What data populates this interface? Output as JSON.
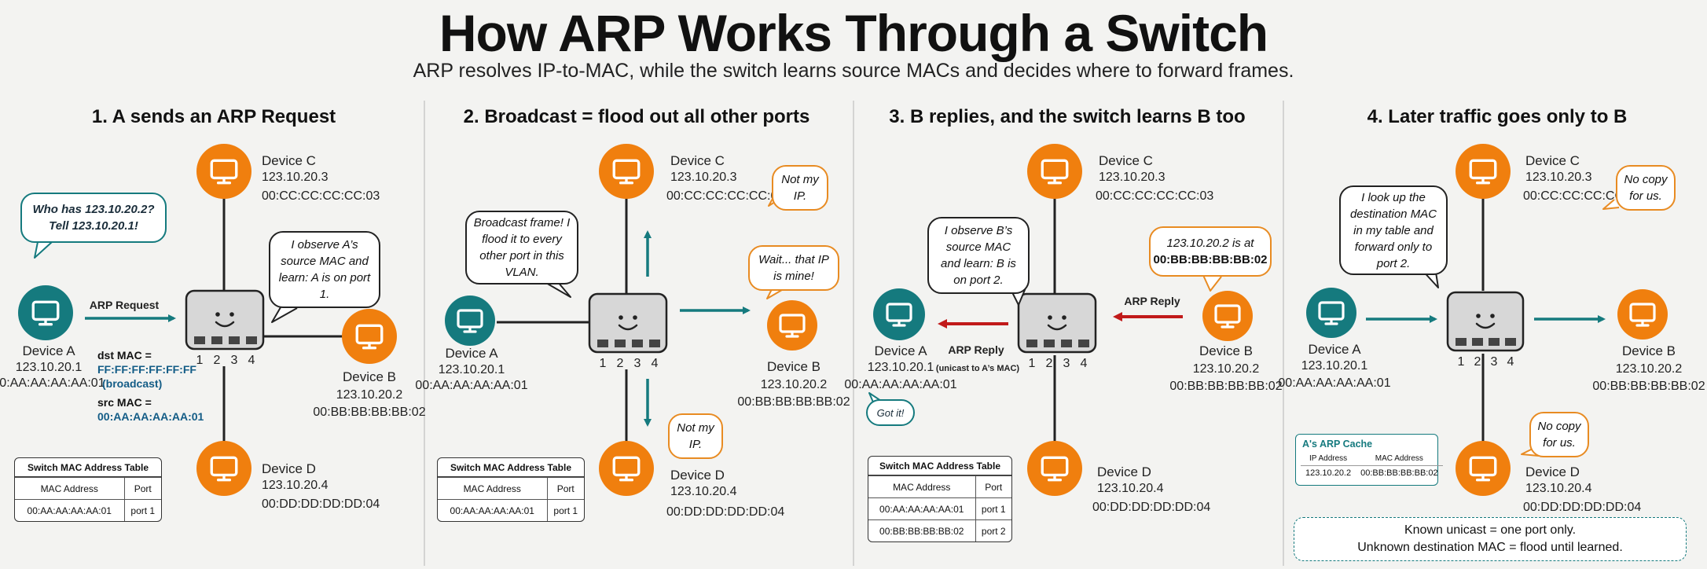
{
  "title": "How ARP Works Through a Switch",
  "subtitle": "ARP resolves IP-to-MAC, while the switch learns source MACs and decides where to forward frames.",
  "colors": {
    "teal": "#157a7e",
    "orange": "#f07f0e",
    "red": "#c11a1a",
    "gray_switch": "#d7d7d7"
  },
  "devices": {
    "A": {
      "name": "Device A",
      "ip": "123.10.20.1",
      "mac": "00:AA:AA:AA:AA:01"
    },
    "B": {
      "name": "Device B",
      "ip": "123.10.20.2",
      "mac": "00:BB:BB:BB:BB:02"
    },
    "C": {
      "name": "Device C",
      "ip": "123.10.20.3",
      "mac": "00:CC:CC:CC:CC:03"
    },
    "D": {
      "name": "Device D",
      "ip": "123.10.20.4",
      "mac": "00:DD:DD:DD:DD:04"
    }
  },
  "ports": [
    "1",
    "2",
    "3",
    "4"
  ],
  "panels": [
    {
      "title": "1. A sends an ARP Request",
      "bubbles": {
        "a_who": [
          "Who has ",
          "123.10.20.2?",
          "Tell ",
          "123.10.20.1!"
        ],
        "switch": "I observe A’s source MAC and learn: A is on port 1."
      },
      "arrow_label": "ARP Request",
      "dst_mac_key": "dst MAC =",
      "dst_mac_val": "FF:FF:FF:FF:FF:FF",
      "dst_mac_note": "(broadcast)",
      "src_mac_key": "src MAC =",
      "src_mac_val": "00:AA:AA:AA:AA:01",
      "table": {
        "title": "Switch MAC Address Table",
        "headers": [
          "MAC Address",
          "Port"
        ],
        "rows": [
          [
            "00:AA:AA:AA:AA:01",
            "port 1"
          ]
        ]
      }
    },
    {
      "title": "2. Broadcast = flood out all other ports",
      "bubbles": {
        "switch": "Broadcast frame! I flood it to every other port in this VLAN.",
        "c": "Not my IP.",
        "b": "Wait... that IP is mine!",
        "d": "Not my IP."
      },
      "table": {
        "title": "Switch MAC Address Table",
        "headers": [
          "MAC Address",
          "Port"
        ],
        "rows": [
          [
            "00:AA:AA:AA:AA:01",
            "port 1"
          ]
        ]
      }
    },
    {
      "title": "3. B replies, and the switch learns B too",
      "bubbles": {
        "switch": "I observe B’s source MAC and learn: B is on port 2.",
        "b_ip": "123.10.20.2 is at",
        "b_mac": "00:BB:BB:BB:BB:02",
        "a": "Got it!"
      },
      "reply_label": "ARP Reply",
      "reply_label_left": "ARP Reply",
      "reply_note": "(unicast to A’s MAC)",
      "table": {
        "title": "Switch MAC Address Table",
        "headers": [
          "MAC Address",
          "Port"
        ],
        "rows": [
          [
            "00:AA:AA:AA:AA:01",
            "port 1"
          ],
          [
            "00:BB:BB:BB:BB:02",
            "port 2"
          ]
        ]
      }
    },
    {
      "title": "4. Later traffic goes only to B",
      "bubbles": {
        "switch": "I look up the destination MAC in my table and forward only to port 2.",
        "c": "No copy for us.",
        "d": "No copy for us."
      },
      "arp_cache": {
        "title": "A's ARP Cache",
        "headers": [
          "IP Address",
          "MAC Address"
        ],
        "rows": [
          [
            "123.10.20.2",
            "00:BB:BB:BB:BB:02"
          ]
        ]
      },
      "note": [
        "Known unicast = one port only.",
        "Unknown destination MAC = flood until learned."
      ]
    }
  ]
}
